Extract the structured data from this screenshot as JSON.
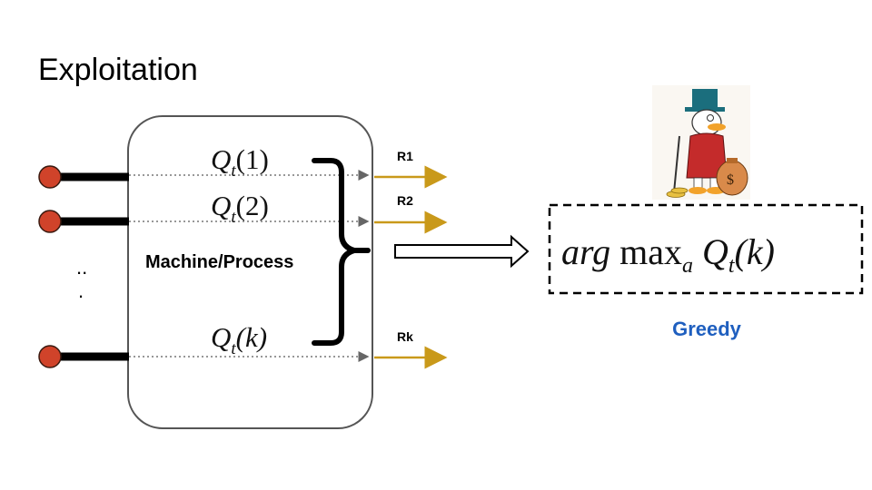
{
  "title": "Exploitation",
  "machine": {
    "label": "Machine/Process"
  },
  "arms": [
    {
      "q_main": "Q",
      "q_sub": "t",
      "q_arg": "(1)",
      "reward": "R1"
    },
    {
      "q_main": "Q",
      "q_sub": "t",
      "q_arg": "(2)",
      "reward": "R2"
    },
    {
      "q_main": "Q",
      "q_sub": "t",
      "q_arg": "(k)",
      "reward": "Rk"
    }
  ],
  "ellipsis": "..",
  "ellipsis_dot": ".",
  "policy": {
    "formula_arg": "arg",
    "formula_max": "max",
    "formula_max_sub": "a",
    "formula_q": "Q",
    "formula_q_sub": "t",
    "formula_q_arg": "(k)",
    "name": "Greedy",
    "name_color": "#1f5fbf"
  },
  "colors": {
    "lever_knob": "#d0432a",
    "reward_arrow": "#c9991a",
    "lever_bar": "#000000"
  },
  "icon": "scrooge-mcduck-money-bag-icon"
}
